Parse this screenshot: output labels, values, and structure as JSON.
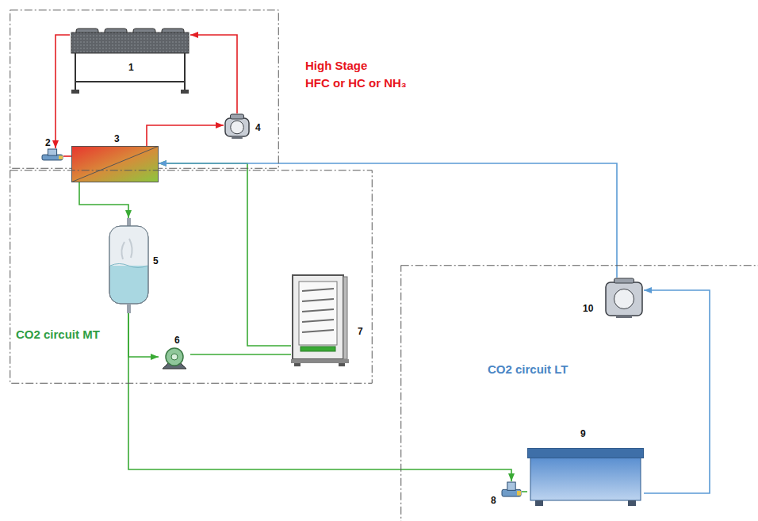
{
  "diagram": {
    "nodes": [
      {
        "text": [
          "High Stage",
          "HFC or HC or NH₃"
        ]
      },
      {
        "text": [
          "1"
        ],
        "in": 0
      },
      {
        "text": [
          "2"
        ],
        "in": 0
      },
      {
        "text": [
          "3"
        ],
        "in": 0
      },
      {
        "text": [
          "4"
        ],
        "in": 0
      },
      {
        "text": [
          "CO2 circuit MT"
        ]
      },
      {
        "text": [
          "5"
        ],
        "in": 5
      },
      {
        "text": [
          "6"
        ],
        "in": 5
      },
      {
        "text": [
          "7"
        ],
        "in": 5
      },
      {
        "text": [
          "CO2 circuit LT"
        ]
      },
      {
        "text": [
          "10"
        ],
        "in": 9
      },
      {
        "text": [
          "8"
        ],
        "in": 9
      },
      {
        "text": [
          "9"
        ],
        "in": 9
      }
    ],
    "edges": [
      {
        "from": 3,
        "to": 4,
        "arrow": "to"
      },
      {
        "from": 4,
        "to": 1,
        "arrow": "to"
      },
      {
        "from": 1,
        "to": 2,
        "arrow": "to"
      },
      {
        "from": 2,
        "to": 3,
        "arrow": "none"
      },
      {
        "from": 3,
        "to": 6,
        "arrow": "to"
      },
      {
        "from": 6,
        "to": 7,
        "arrow": "to"
      },
      {
        "from": 7,
        "to": 8,
        "arrow": "none"
      },
      {
        "from": 8,
        "to": 3,
        "arrow": "to"
      },
      {
        "from": 6,
        "to": 11,
        "arrow": "to"
      },
      {
        "from": 11,
        "to": 12,
        "arrow": "none"
      },
      {
        "from": 12,
        "to": 10,
        "arrow": "to"
      },
      {
        "from": 10,
        "to": 3,
        "arrow": "to"
      }
    ]
  }
}
